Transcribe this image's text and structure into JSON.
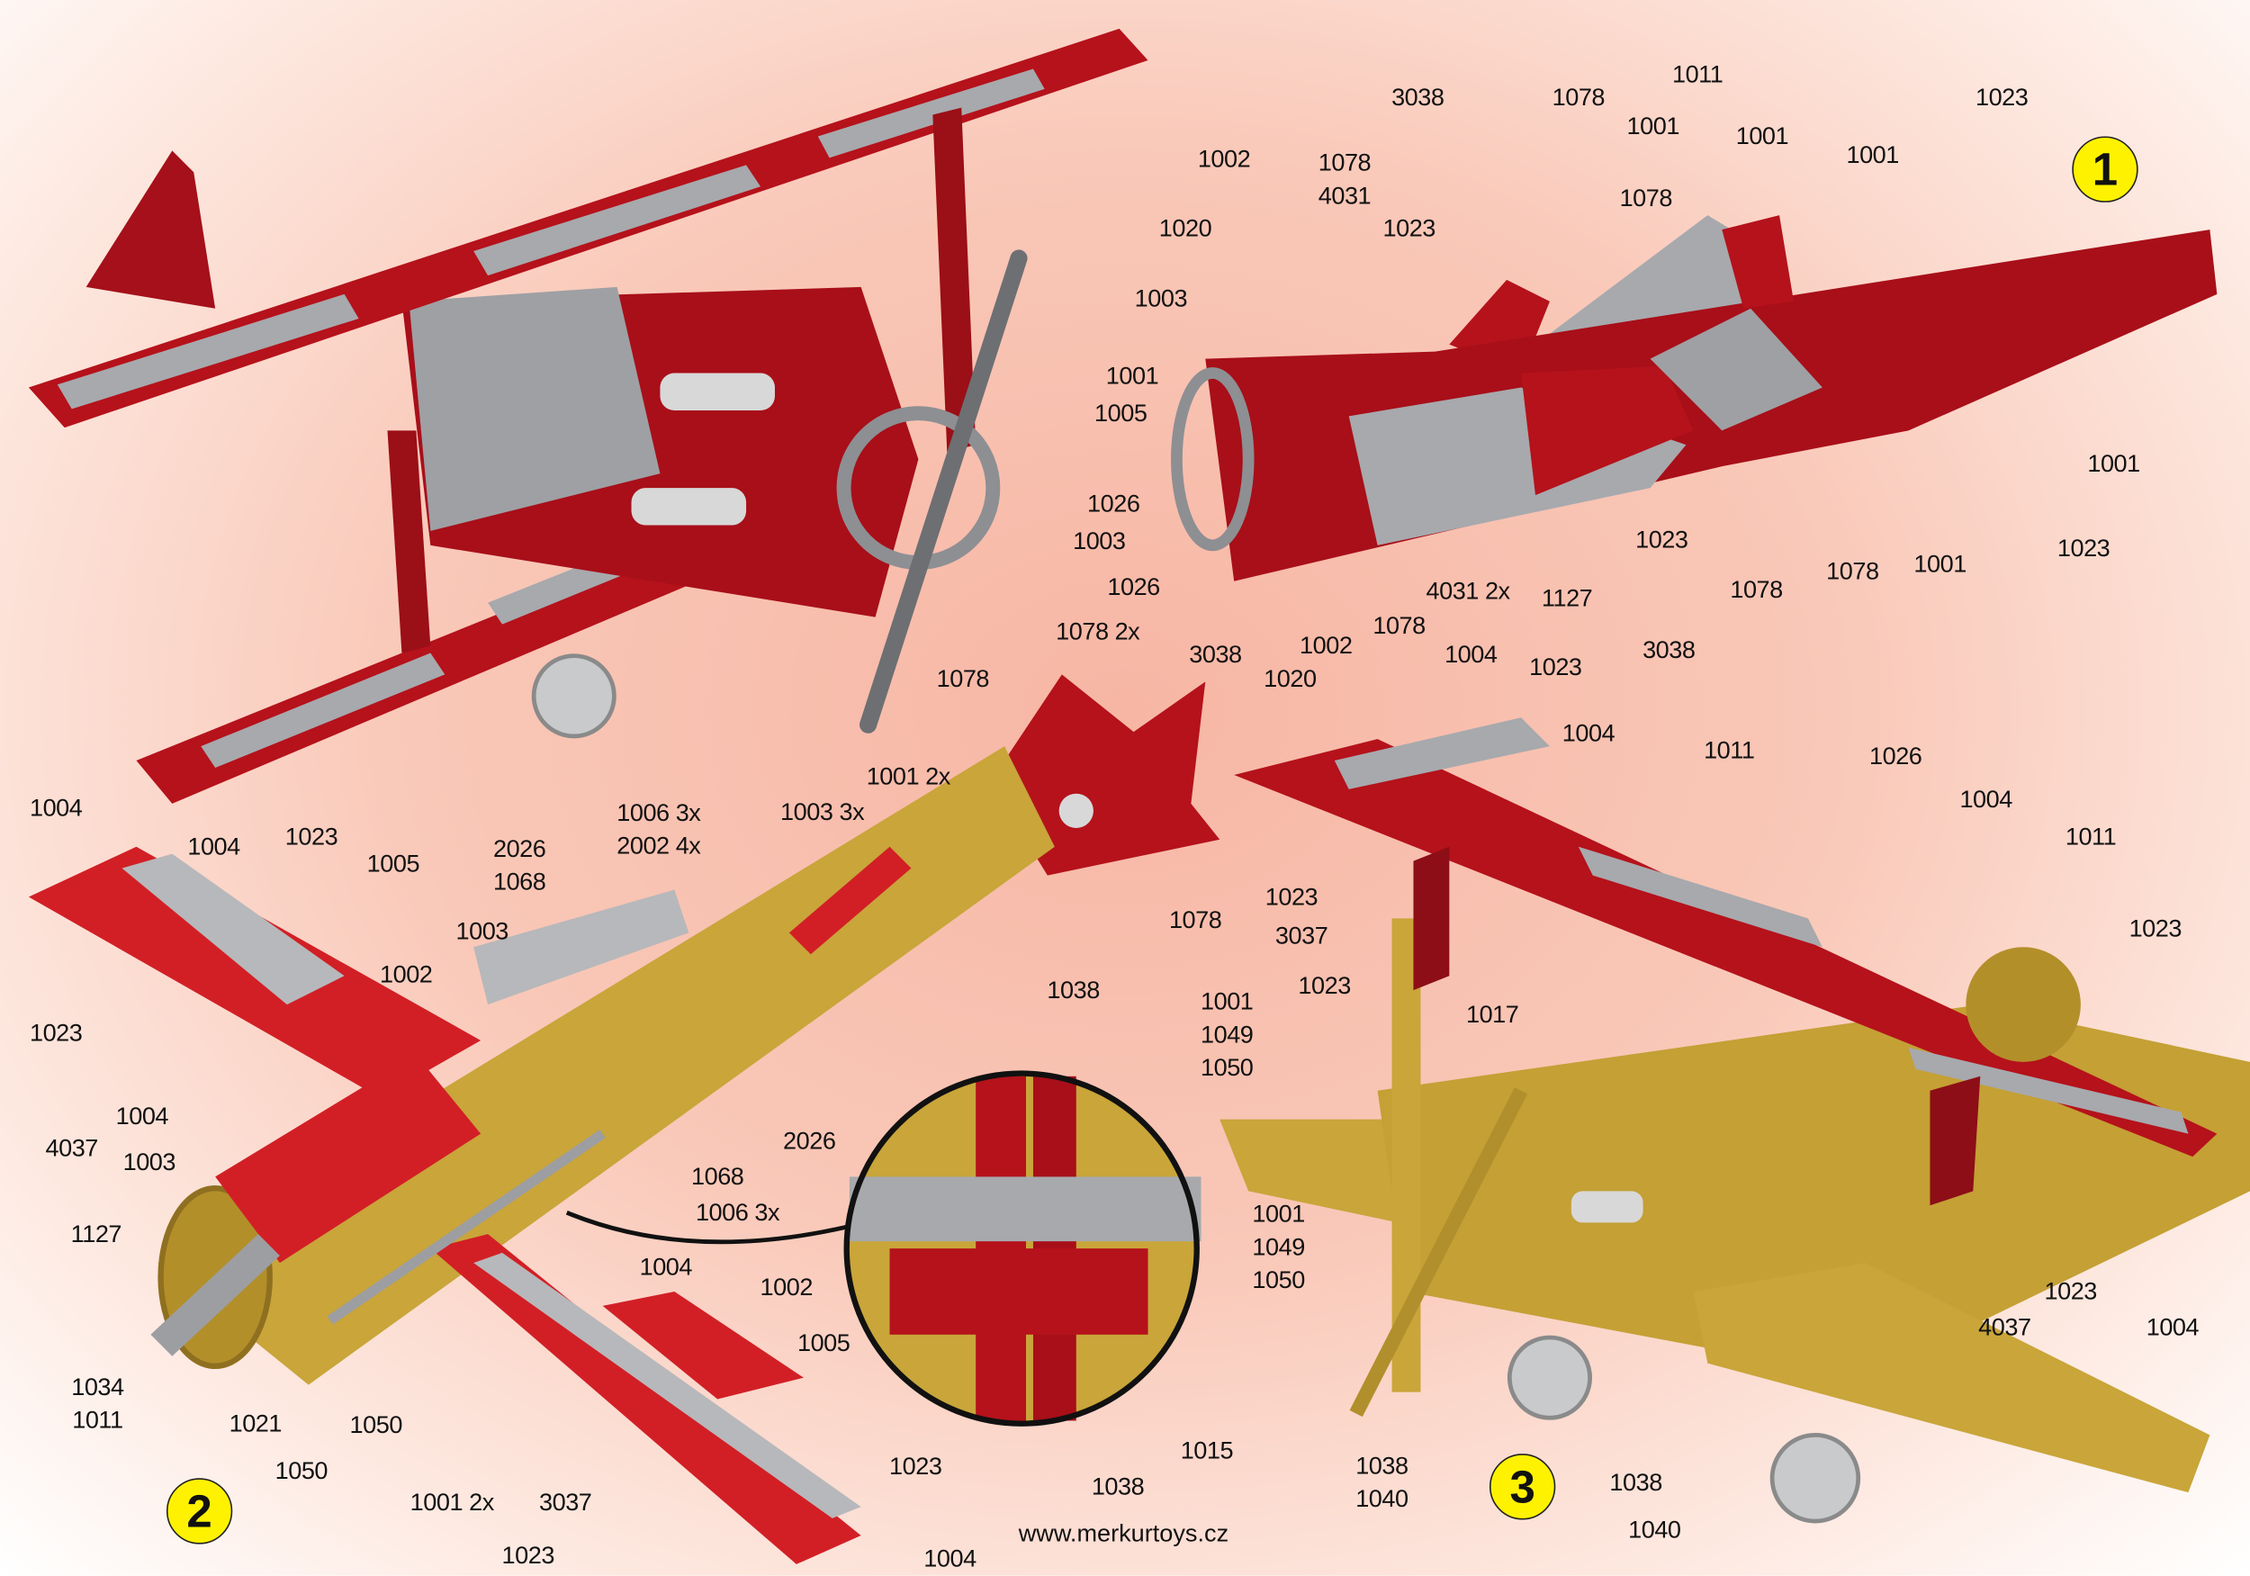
{
  "steps": [
    "1",
    "2",
    "3"
  ],
  "website": "www.merkurtoys.cz",
  "colors": {
    "red": "#b5121b",
    "grey": "#a7a9ad",
    "gold": "#c9a53a",
    "step_badge": "#fff200"
  },
  "labels": [
    "3038",
    "1078",
    "1011",
    "1001",
    "1001",
    "1001",
    "1023",
    "1002",
    "1078\n4031",
    "1020",
    "1023",
    "1078",
    "1003",
    "1001",
    "1005",
    "1026",
    "1003",
    "1026",
    "1001",
    "1023",
    "1023",
    "1078",
    "1078",
    "1001",
    "4031 2x",
    "1127",
    "1078",
    "1002",
    "1020",
    "3038",
    "1078 2x",
    "1078",
    "3038",
    "1001 2x",
    "1078",
    "1038",
    "1004",
    "1004",
    "1023",
    "1005",
    "2026\n1068",
    "1006 3x\n2002 4x",
    "1003 3x",
    "1003",
    "1002",
    "1023",
    "1004",
    "4037",
    "1003",
    "1127",
    "2026",
    "1068",
    "1006 3x",
    "1004",
    "1002",
    "1005",
    "1034\n1011",
    "1021",
    "1050",
    "1050",
    "1001 2x",
    "3037",
    "1023",
    "1023",
    "1004",
    "1015",
    "1038",
    "1004",
    "1023",
    "1004",
    "1011",
    "1026",
    "1004",
    "1011",
    "1023",
    "1023",
    "3037",
    "1023",
    "1017",
    "1001\n1049\n1050",
    "1001\n1049\n1050",
    "4037",
    "1023",
    "1004",
    "1038\n1040",
    "1038",
    "1040"
  ]
}
